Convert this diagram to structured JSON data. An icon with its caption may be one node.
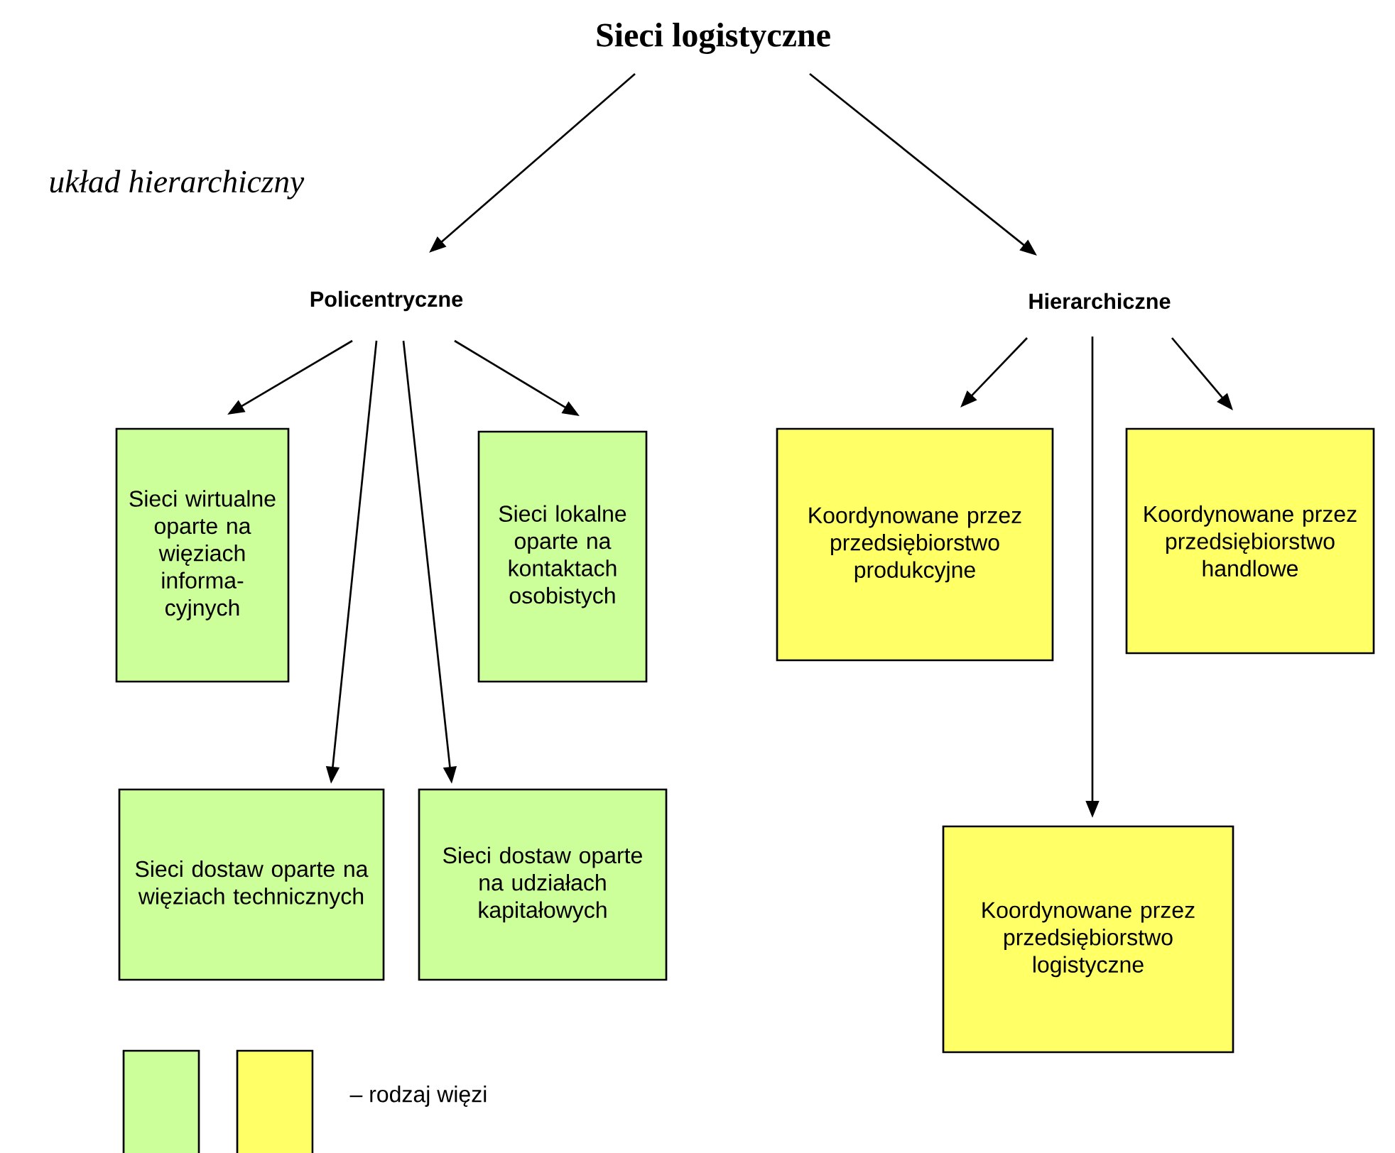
{
  "diagram": {
    "nodes": [
      {
        "text": [
          "Sieci logistyczne"
        ]
      },
      {
        "text": [
          "Policentryczne"
        ]
      },
      {
        "text": [
          "Hierarchiczne"
        ]
      },
      {
        "text": [
          "Sieci wirtualne oparte na więziach informa- cyjnych"
        ]
      },
      {
        "text": [
          "Sieci lokalne oparte na kontaktach osobistych"
        ]
      },
      {
        "text": [
          "Koordynowane przez przedsiębiorstwo produkcyjne"
        ]
      },
      {
        "text": [
          "Koordynowane przez przedsiębiorstwo handlowe"
        ]
      },
      {
        "text": [
          "Sieci dostaw oparte na więziach technicznych"
        ]
      },
      {
        "text": [
          "Sieci dostaw oparte na udziałach kapitałowych"
        ]
      },
      {
        "text": [
          "Koordynowane przez przedsiębiorstwo logistyczne"
        ]
      }
    ],
    "edges": [
      {
        "from": 0,
        "to": 1,
        "arrow": "to"
      },
      {
        "from": 0,
        "to": 2,
        "arrow": "to"
      },
      {
        "from": 1,
        "to": 3,
        "arrow": "to"
      },
      {
        "from": 1,
        "to": 7,
        "arrow": "to"
      },
      {
        "from": 1,
        "to": 8,
        "arrow": "to"
      },
      {
        "from": 1,
        "to": 4,
        "arrow": "to"
      },
      {
        "from": 2,
        "to": 5,
        "arrow": "to"
      },
      {
        "from": 2,
        "to": 9,
        "arrow": "to"
      },
      {
        "from": 2,
        "to": 6,
        "arrow": "to"
      }
    ],
    "labels": [
      "układ hierarchiczny"
    ],
    "legend": [
      {
        "text": "– rodzaj więzi",
        "color": "#ccff99"
      }
    ]
  }
}
